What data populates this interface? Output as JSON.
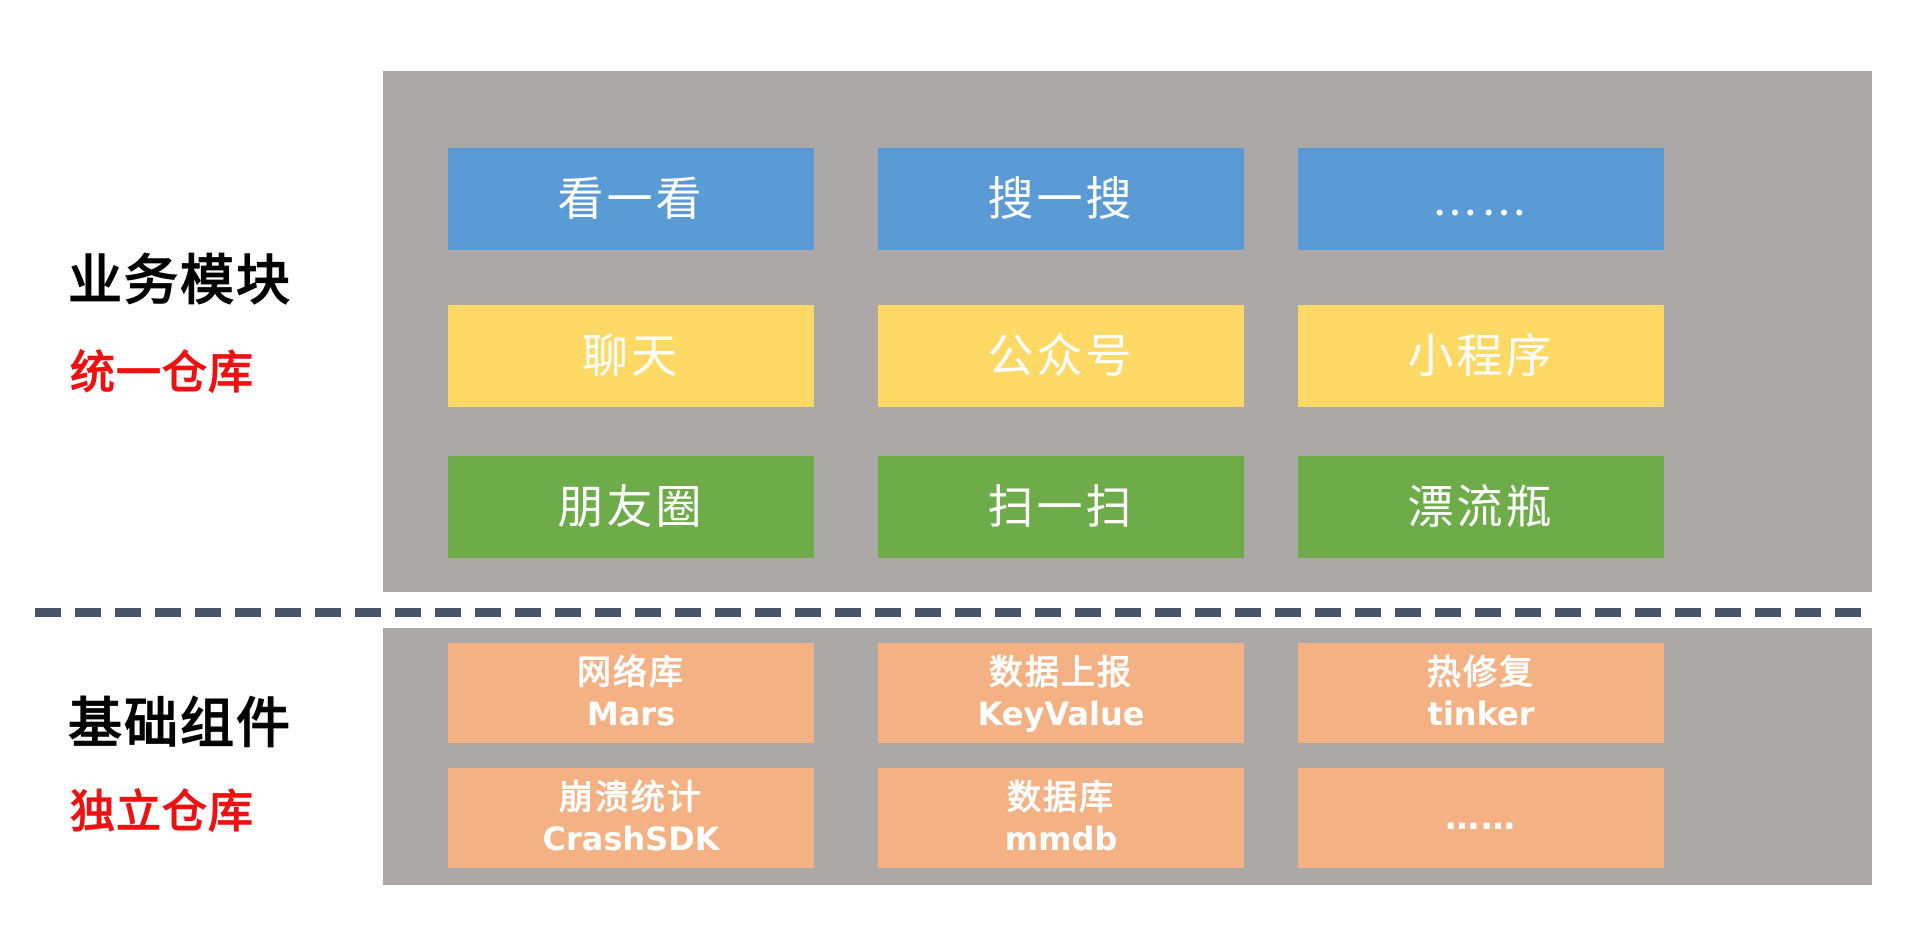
{
  "colors": {
    "panel": "#ACA8A8",
    "blue": "#5B9BD5",
    "yellow": "#FFD966",
    "green": "#6EAC4A",
    "orange": "#F4B183",
    "dash": "#475366",
    "red": "#EE1111",
    "black": "#000000"
  },
  "business": {
    "label": "业务模块",
    "sublabel": "统一仓库",
    "row1": {
      "c1": "看一看",
      "c2": "搜一搜",
      "c3": "……"
    },
    "row2": {
      "c1": "聊天",
      "c2": "公众号",
      "c3": "小程序"
    },
    "row3": {
      "c1": "朋友圈",
      "c2": "扫一扫",
      "c3": "漂流瓶"
    }
  },
  "foundation": {
    "label": "基础组件",
    "sublabel": "独立仓库",
    "row1": {
      "c1": {
        "title": "网络库",
        "name": "Mars"
      },
      "c2": {
        "title": "数据上报",
        "name": "KeyValue"
      },
      "c3": {
        "title": "热修复",
        "name": "tinker"
      }
    },
    "row2": {
      "c1": {
        "title": "崩溃统计",
        "name": "CrashSDK"
      },
      "c2": {
        "title": "数据库",
        "name": "mmdb"
      },
      "c3": {
        "title": "……",
        "name": ""
      }
    }
  }
}
